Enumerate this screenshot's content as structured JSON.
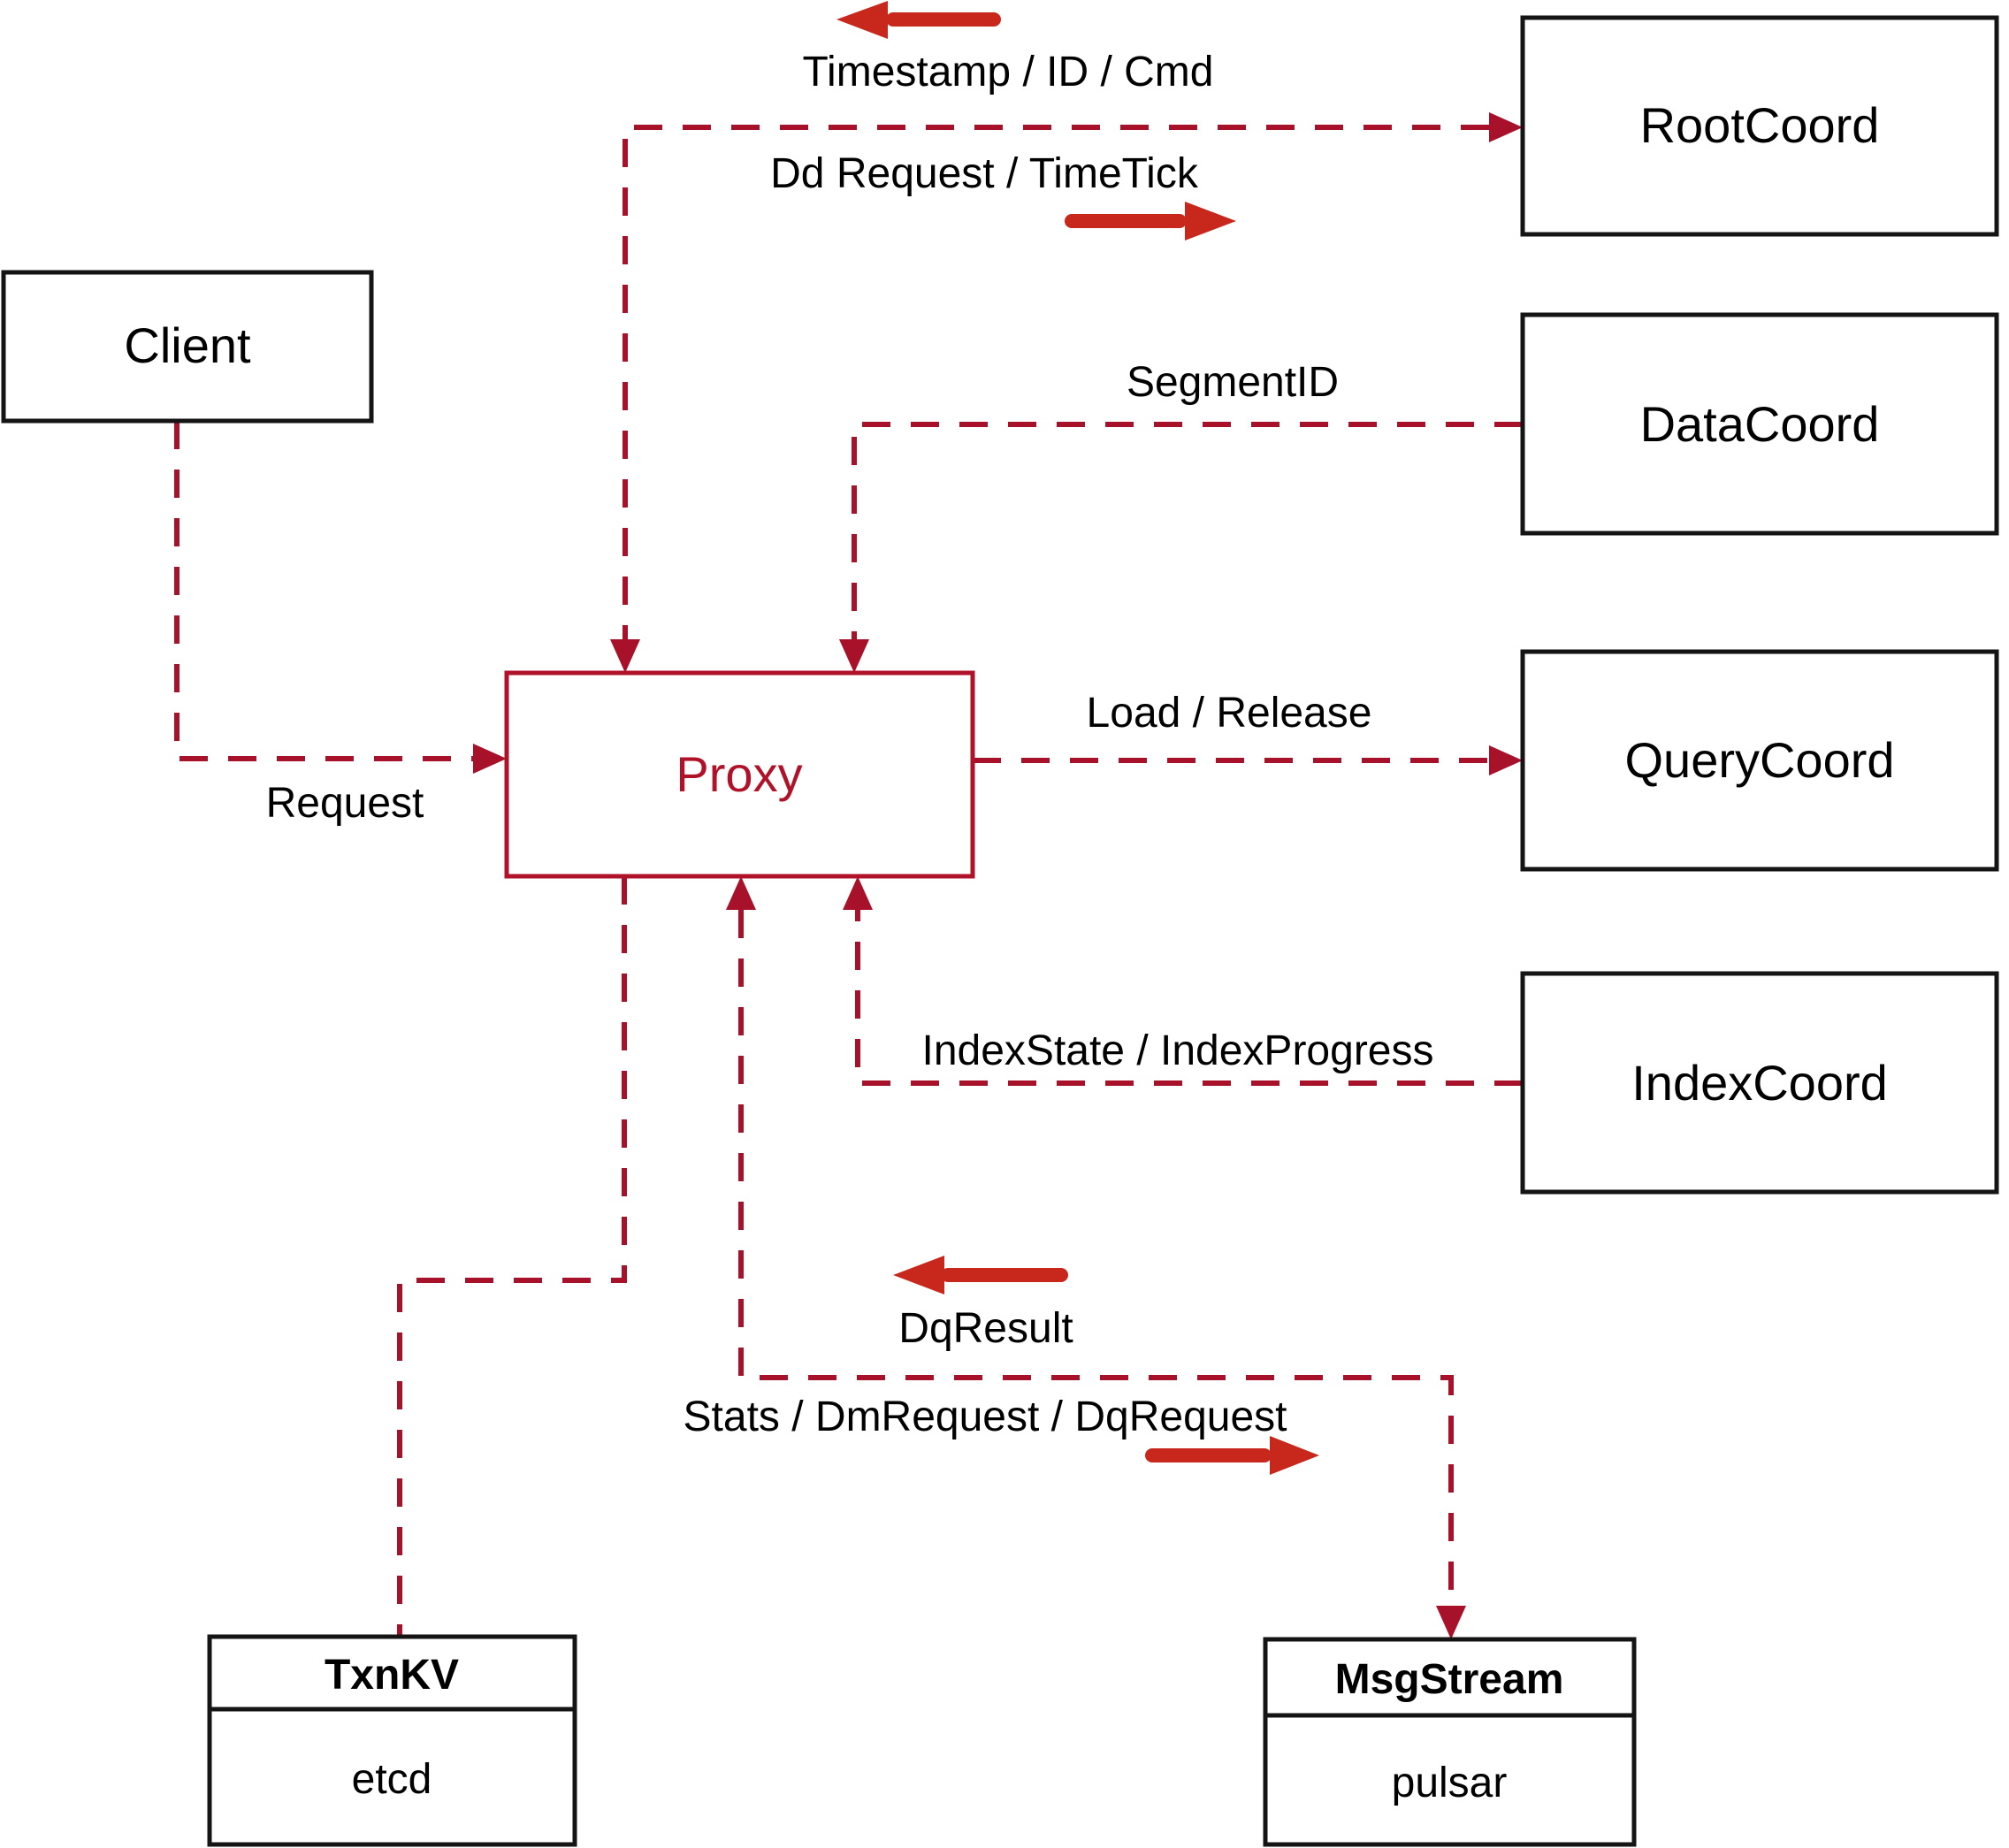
{
  "diagram": {
    "nodes": {
      "client": {
        "label": "Client"
      },
      "proxy": {
        "label": "Proxy"
      },
      "root_coord": {
        "label": "RootCoord"
      },
      "data_coord": {
        "label": "DataCoord"
      },
      "query_coord": {
        "label": "QueryCoord"
      },
      "index_coord": {
        "label": "IndexCoord"
      },
      "txn_kv": {
        "title": "TxnKV",
        "subtitle": "etcd"
      },
      "msg_stream": {
        "title": "MsgStream",
        "subtitle": "pulsar"
      }
    },
    "edges": {
      "timestamp_id_cmd": {
        "label": "Timestamp / ID / Cmd",
        "direction": "to-proxy"
      },
      "dd_request_timetick": {
        "label": "Dd Request / TimeTick",
        "direction": "to-rootcoord"
      },
      "segment_id": {
        "label": "SegmentID",
        "direction": "to-proxy"
      },
      "request": {
        "label": "Request",
        "direction": "to-proxy"
      },
      "load_release": {
        "label": "Load / Release",
        "direction": "to-querycoord"
      },
      "index_state_progress": {
        "label": "IndexState / IndexProgress",
        "direction": "to-proxy"
      },
      "dq_result": {
        "label": "DqResult",
        "direction": "to-proxy"
      },
      "stats_dm_dq_request": {
        "label": "Stats / DmRequest / DqRequest",
        "direction": "to-msgstream"
      }
    },
    "colors": {
      "dashed_line": "#a8112a",
      "solid_arrow": "#c8271b",
      "box_border": "#141414",
      "proxy_accent": "#b01229"
    }
  }
}
